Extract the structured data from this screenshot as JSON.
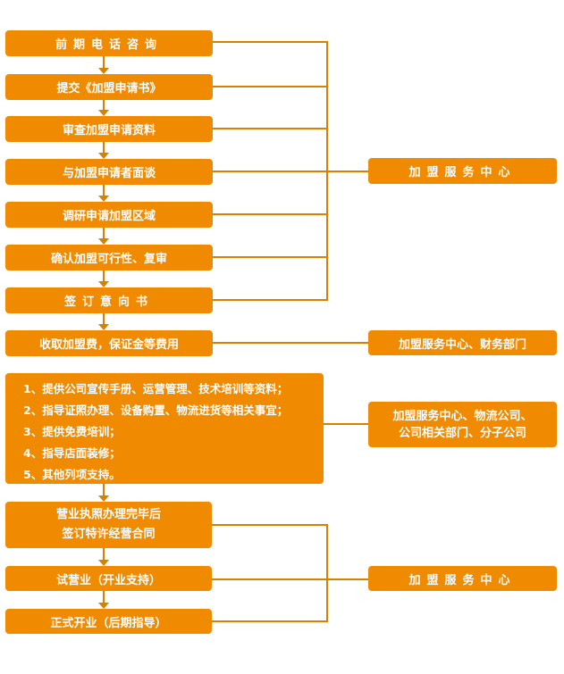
{
  "steps": [
    "前期电话咨询",
    "提交《加盟申请书》",
    "审查加盟申请资料",
    "与加盟申请者面谈",
    "调研申请加盟区域",
    "确认加盟可行性、复审",
    "签订意向书",
    "收取加盟费，保证金等费用"
  ],
  "support_items": [
    "1、提供公司宣传手册、运营管理、技术培训等资料；",
    "2、指导证照办理、设备购置、物流进货等相关事宜；",
    "3、提供免费培训；",
    "4、指导店面装修；",
    "5、其他列项支持。"
  ],
  "after": {
    "line1": "营业执照办理完毕后",
    "line2": "签订特许经营合同",
    "trial": "试营业（开业支持）",
    "open": "正式开业（后期指导）"
  },
  "responsible": {
    "r1": "加盟服务中心",
    "r2": "加盟服务中心、财务部门",
    "r3_line1": "加盟服务中心、物流公司、",
    "r3_line2": "公司相关部门、分子公司",
    "r4": "加盟服务中心"
  }
}
